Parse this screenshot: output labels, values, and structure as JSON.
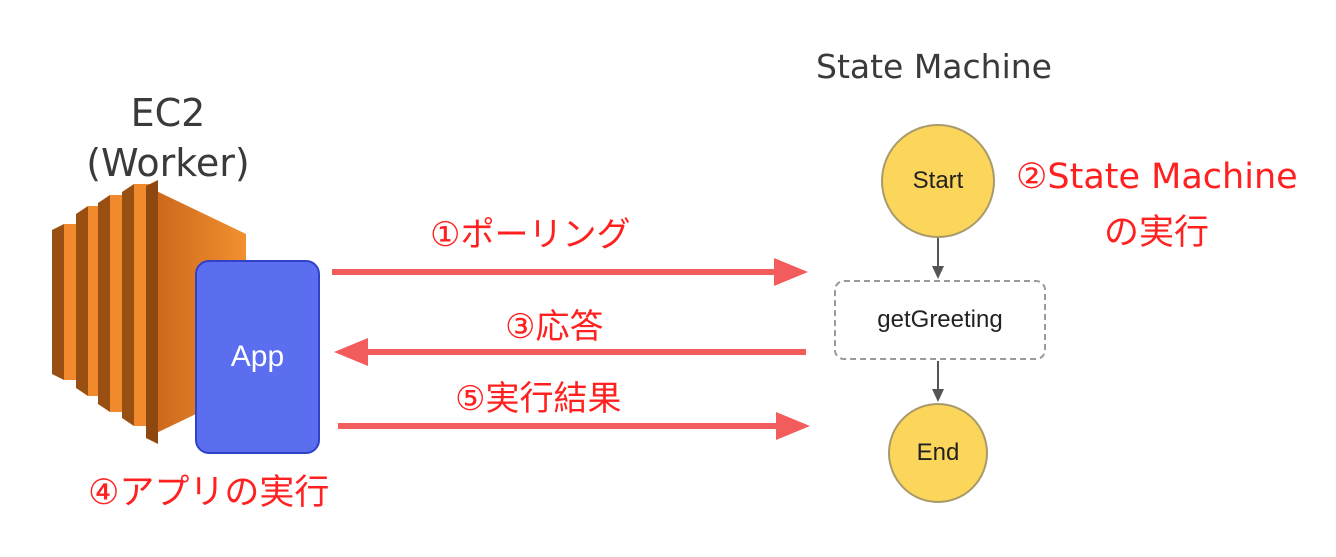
{
  "ec2": {
    "title": "EC2",
    "subtitle": "(Worker)",
    "icon": "ec2-server-icon"
  },
  "app": {
    "label": "App"
  },
  "state_machine": {
    "title": "State Machine",
    "states": {
      "start": "Start",
      "task": "getGreeting",
      "end": "End"
    }
  },
  "steps": {
    "step1": "①ポーリング",
    "step2_line1": "②State Machine",
    "step2_line2": "の実行",
    "step3": "③応答",
    "step4": "④アプリの実行",
    "step5": "⑤実行結果"
  },
  "colors": {
    "arrow": "#f25c5c",
    "annotation": "#ff2020",
    "app": "#5b6ef0",
    "state": "#fcd65a",
    "ec2_orange": "#f08a2c"
  }
}
